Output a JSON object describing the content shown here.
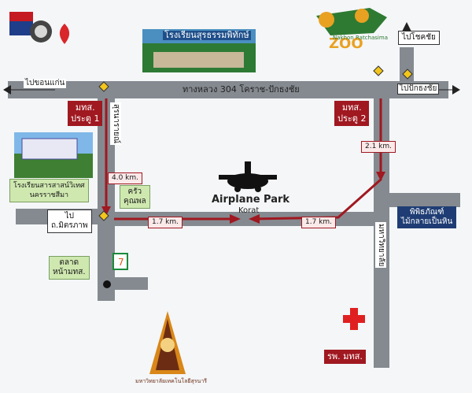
{
  "roads": {
    "main_road": "ทางหลวง 304 โคราช-ปักธงชัย",
    "to_khon_kaen": "ไปขอนแก่น",
    "to_pak_thong_chai": "ไปปักธงชัย",
    "to_chok_chai": "ไปโชคชัย",
    "to_mittraphap": "ไป\nถ.มิตรภาพ",
    "west_inner_road": "สุรนารายณ์",
    "east_inner_road": "มหาวิทยาลัย"
  },
  "gates": {
    "gate1": "มทส.\nประตู 1",
    "gate2": "มทส.\nประตู 2"
  },
  "distances": {
    "d1": "4.0 km.",
    "d2": "2.1 km.",
    "d3": "1.7 km.",
    "d4": "1.7 km."
  },
  "places": {
    "school_top": "โรงเรียนสุรธรรมพิทักษ์",
    "school_left": "โรงเรียนสารสาสน์วิเทศ\nนครราชสีมา",
    "krua": "ครัว\nคุณพล",
    "market": "ตลาด\nหน้ามทส.",
    "museum": "พิพิธภัณฑ์\nไม้กลายเป็นหิน",
    "hospital": "รพ. มทส.",
    "zoo_title": "ZOO",
    "zoo_sub": "Nakhon Ratchasima",
    "airplane_park": "Airplane Park",
    "airplane_sub": "Korat",
    "university": "มหาวิทยาลัยเทคโนโลยีสุรนารี"
  },
  "colors": {
    "road": "#858a90",
    "route": "#a01820",
    "gate": "#a01820",
    "green_box": "#cfe8b0",
    "museum": "#1f3d74",
    "hospital_cross": "#e02020"
  }
}
